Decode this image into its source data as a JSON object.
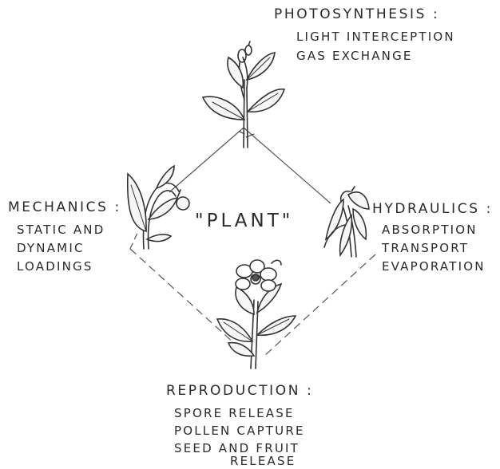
{
  "center_label": "\"PLANT\"",
  "photosynthesis": {
    "heading": "PHOTOSYNTHESIS :",
    "items": [
      "LIGHT INTERCEPTION",
      "GAS EXCHANGE"
    ]
  },
  "mechanics": {
    "heading": "MECHANICS :",
    "items": [
      "STATIC AND",
      "DYNAMIC",
      "LOADINGS"
    ]
  },
  "hydraulics": {
    "heading": "HYDRAULICS :",
    "items": [
      "ABSORPTION",
      "TRANSPORT",
      "EVAPORATION"
    ]
  },
  "reproduction": {
    "heading": "REPRODUCTION :",
    "items": [
      "SPORE RELEASE",
      "POLLEN CAPTURE",
      "SEED AND FRUIT",
      "RELEASE"
    ]
  }
}
